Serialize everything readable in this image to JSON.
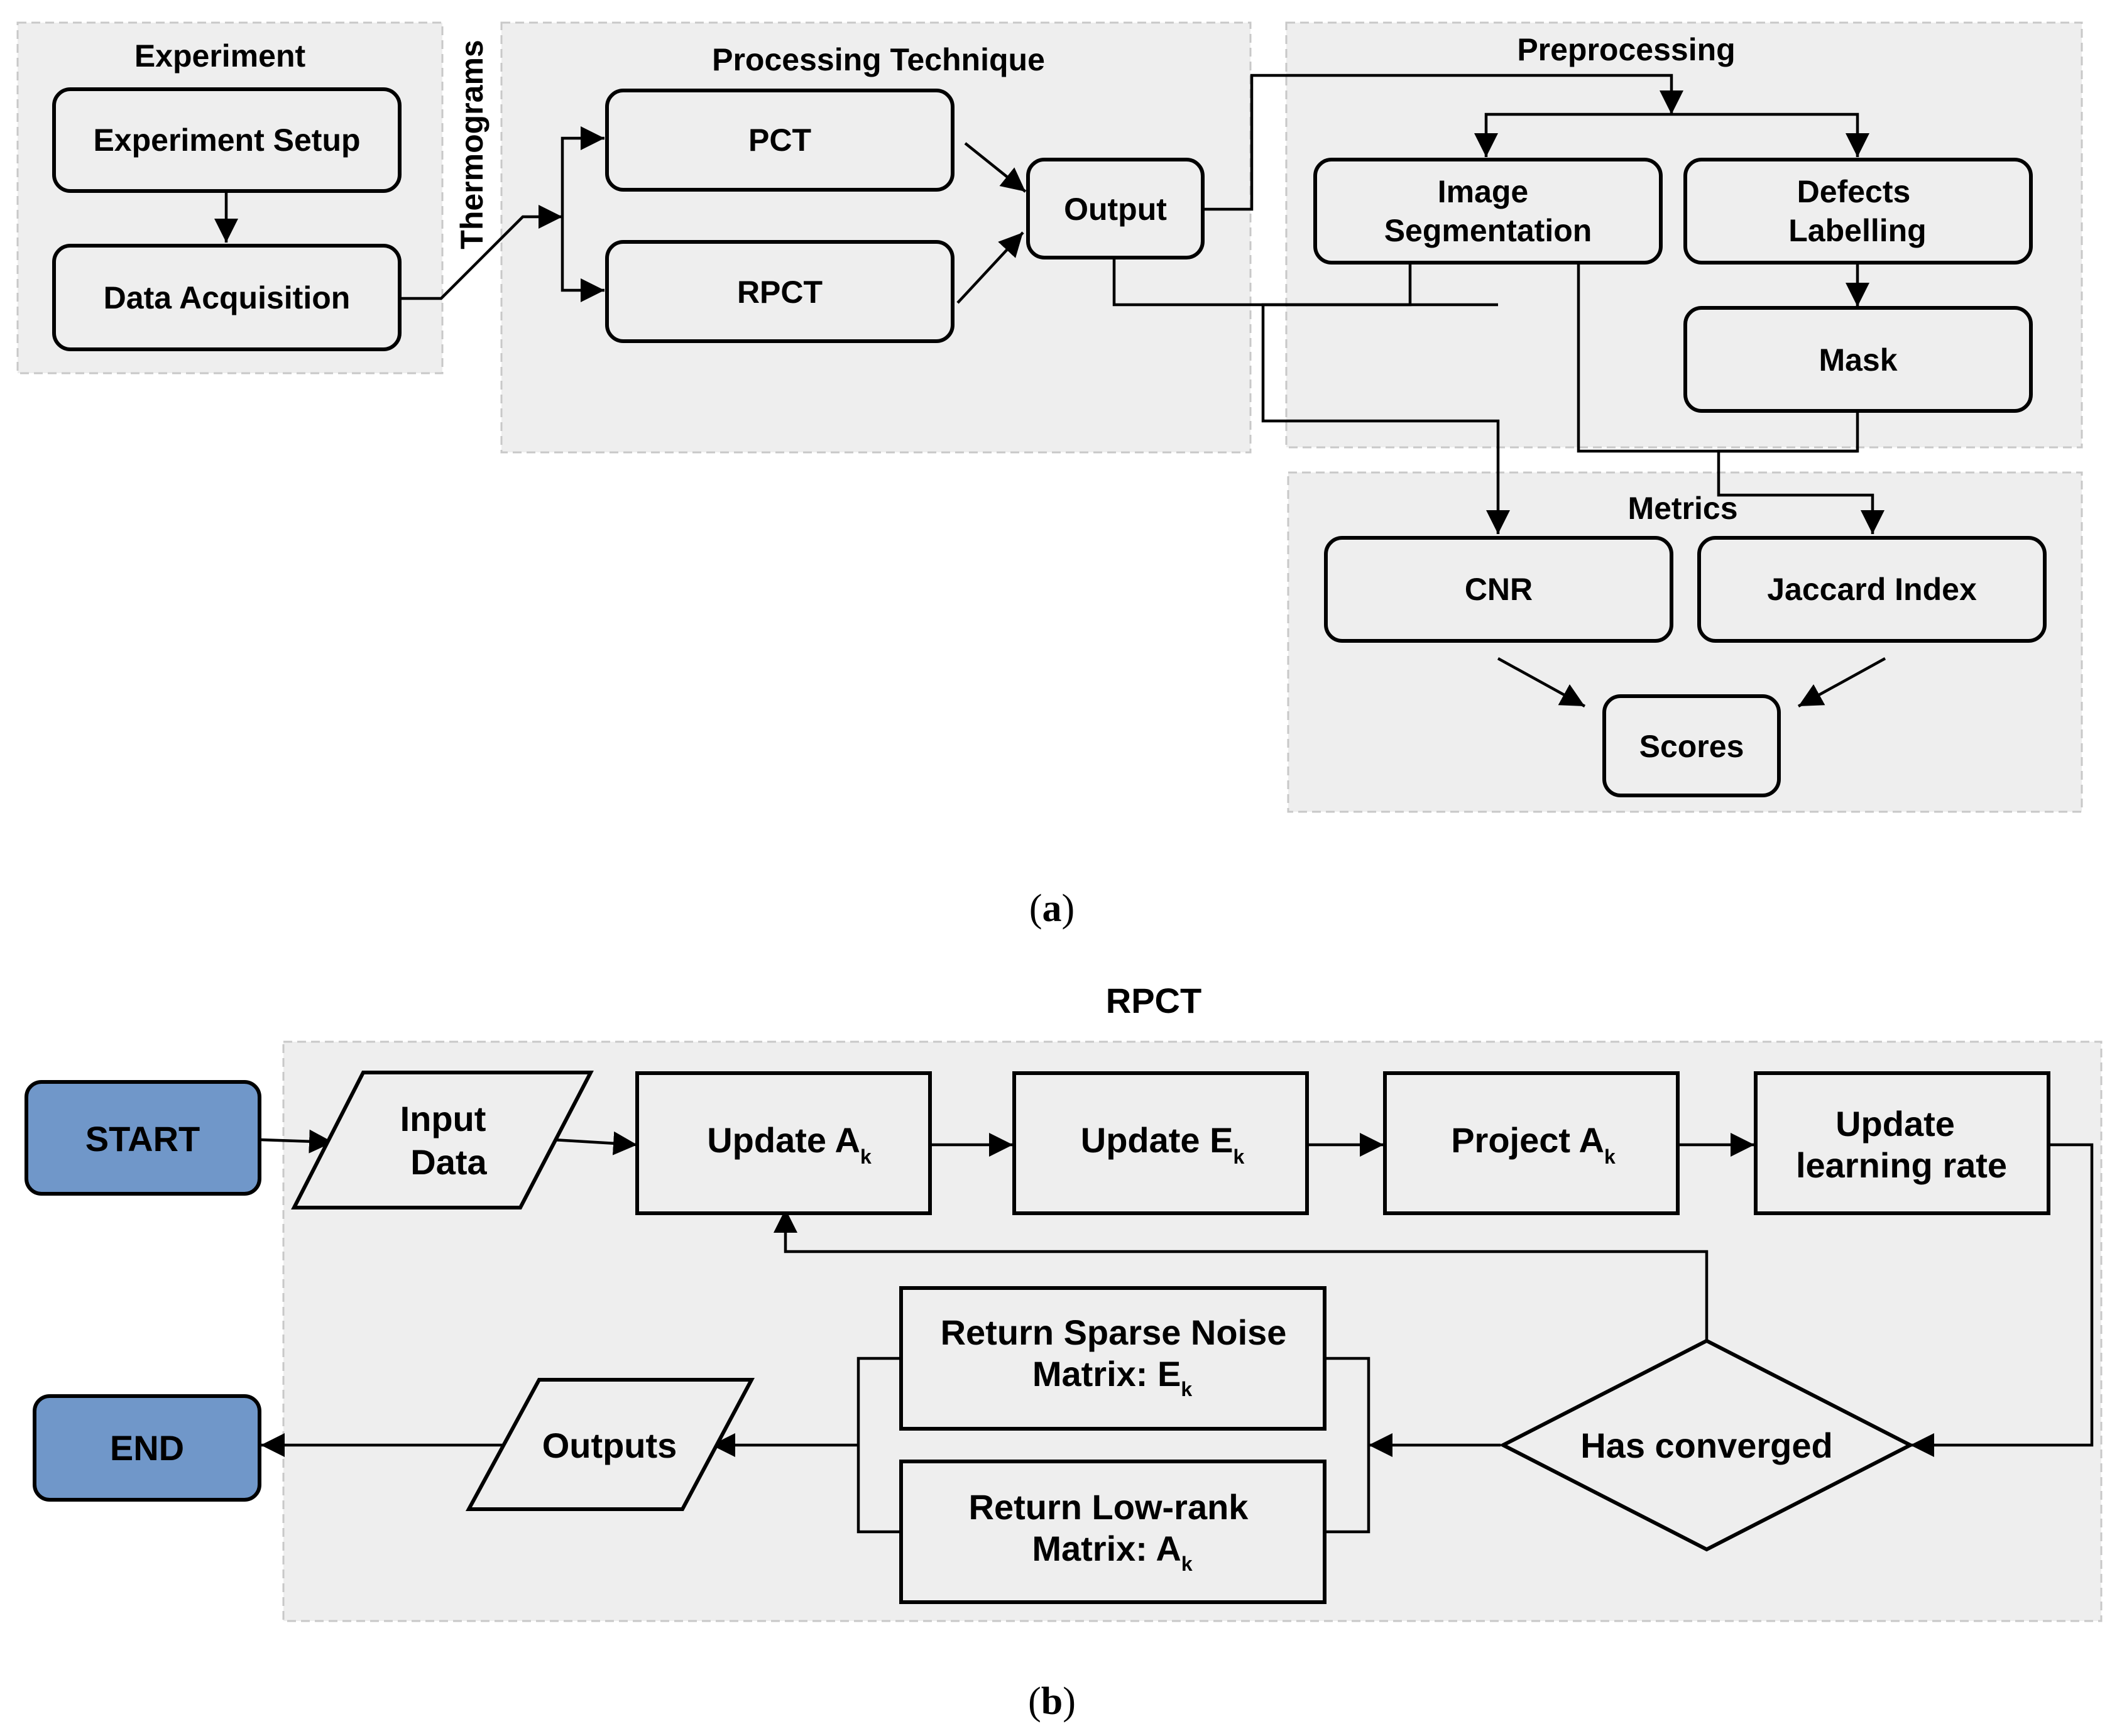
{
  "panel_a": {
    "caption_letter": "a",
    "groups": {
      "experiment": "Experiment",
      "processing": "Processing Technique",
      "preprocessing": "Preprocessing",
      "metrics": "Metrics"
    },
    "edge_label_thermograms": "Thermograms",
    "nodes": {
      "experiment_setup": "Experiment Setup",
      "data_acquisition": "Data Acquisition",
      "pct": "PCT",
      "rpct": "RPCT",
      "output": "Output",
      "image_segmentation_1": "Image",
      "image_segmentation_2": "Segmentation",
      "defects_labelling_1": "Defects",
      "defects_labelling_2": "Labelling",
      "mask": "Mask",
      "cnr": "CNR",
      "jaccard_index": "Jaccard Index",
      "scores": "Scores"
    }
  },
  "panel_b": {
    "caption_letter": "b",
    "title": "RPCT",
    "nodes": {
      "start": "START",
      "end": "END",
      "input_data_1": "Input",
      "input_data_2": "Data",
      "update_a": "Update A",
      "update_a_sub": "k",
      "update_e": "Update E",
      "update_e_sub": "k",
      "project_a": "Project A",
      "project_a_sub": "k",
      "update_lr_1": "Update",
      "update_lr_2": "learning rate",
      "has_converged": "Has converged",
      "return_sparse_1": "Return Sparse Noise",
      "return_sparse_2": "Matrix: E",
      "return_sparse_sub": "k",
      "return_lowrank_1": "Return Low-rank",
      "return_lowrank_2": "Matrix: A",
      "return_lowrank_sub": "k",
      "outputs": "Outputs"
    }
  }
}
